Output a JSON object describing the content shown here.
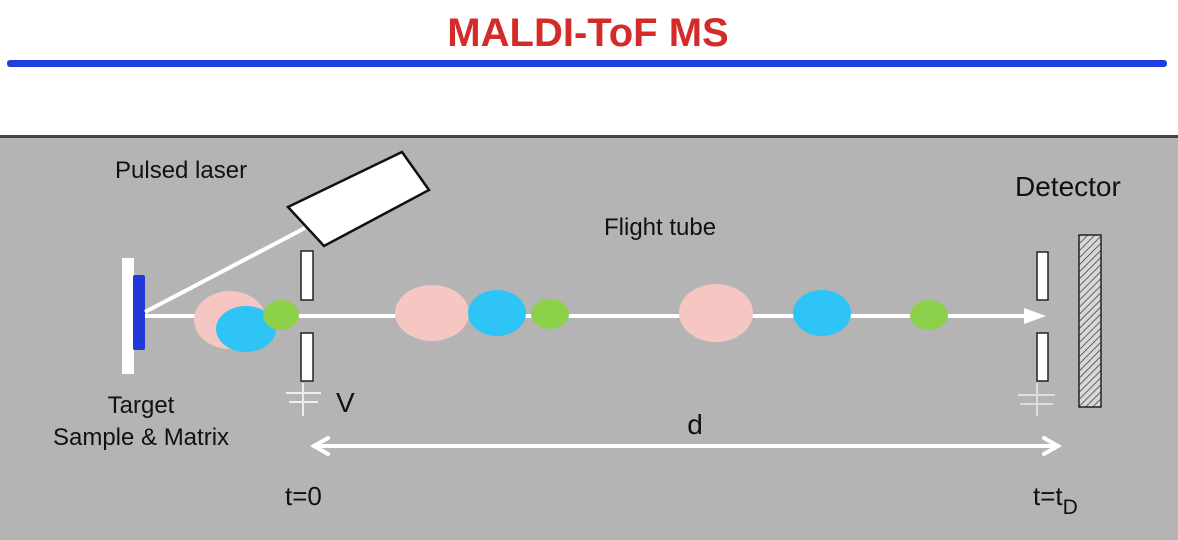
{
  "title": "MALDI-ToF MS",
  "labels": {
    "pulsed_laser": "Pulsed laser",
    "flight_tube": "Flight tube",
    "detector": "Detector",
    "target": "Target",
    "sample_matrix": "Sample & Matrix",
    "voltage": "V",
    "distance": "d",
    "t_start": "t=0",
    "t_end_prefix": "t=t",
    "t_end_sub": "D"
  },
  "colors": {
    "title": "#d42a2a",
    "rule": "#1f3ee0",
    "background": "#b4b4b4",
    "ion_large": "#f5c6c2",
    "ion_medium": "#2ec4f5",
    "ion_small": "#8dd04a",
    "target_sample": "#2238d8"
  }
}
